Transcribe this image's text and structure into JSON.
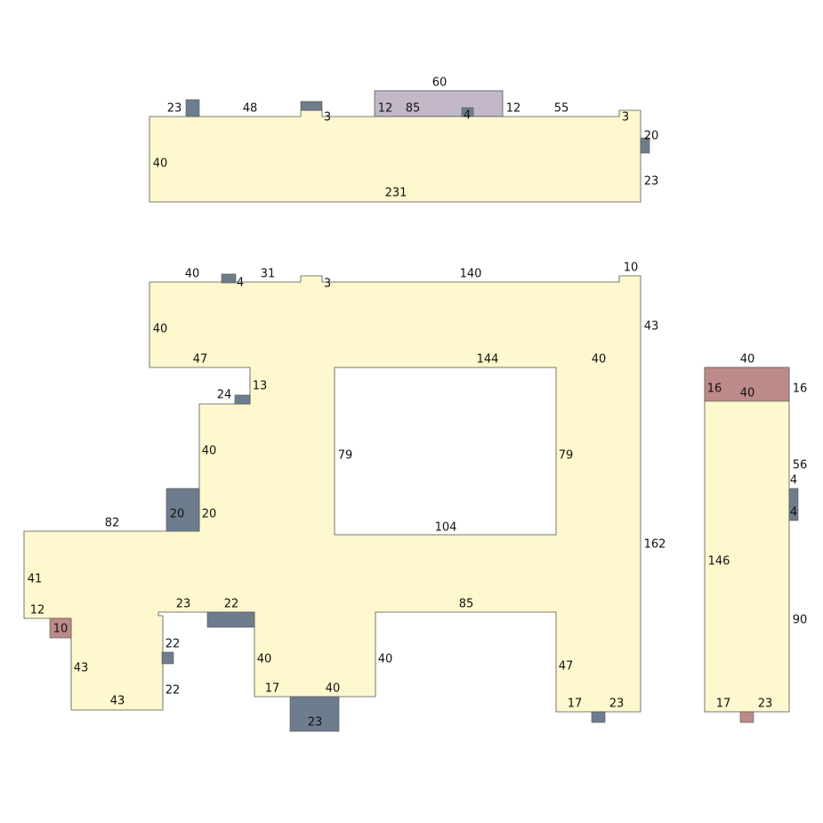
{
  "colors": {
    "floor": "#fdf8cd",
    "fixture": "#6e7d8d",
    "accent_room": "#bc8a88",
    "annex": "#c2b8c8"
  },
  "top_building": {
    "labels": [
      "60",
      "23",
      "48",
      "3",
      "12",
      "85",
      "4",
      "12",
      "55",
      "3",
      "20",
      "40",
      "23",
      "231"
    ]
  },
  "main_building": {
    "labels": [
      "40",
      "4",
      "31",
      "3",
      "140",
      "10",
      "43",
      "40",
      "47",
      "144",
      "40",
      "13",
      "24",
      "40",
      "79",
      "79",
      "20",
      "20",
      "82",
      "104",
      "162",
      "41",
      "12",
      "23",
      "22",
      "85",
      "10",
      "22",
      "43",
      "40",
      "40",
      "47",
      "17",
      "40",
      "22",
      "43",
      "17",
      "23",
      "23"
    ]
  },
  "right_building": {
    "labels": [
      "40",
      "16",
      "40",
      "16",
      "56",
      "4",
      "4",
      "146",
      "90",
      "17",
      "23"
    ]
  }
}
